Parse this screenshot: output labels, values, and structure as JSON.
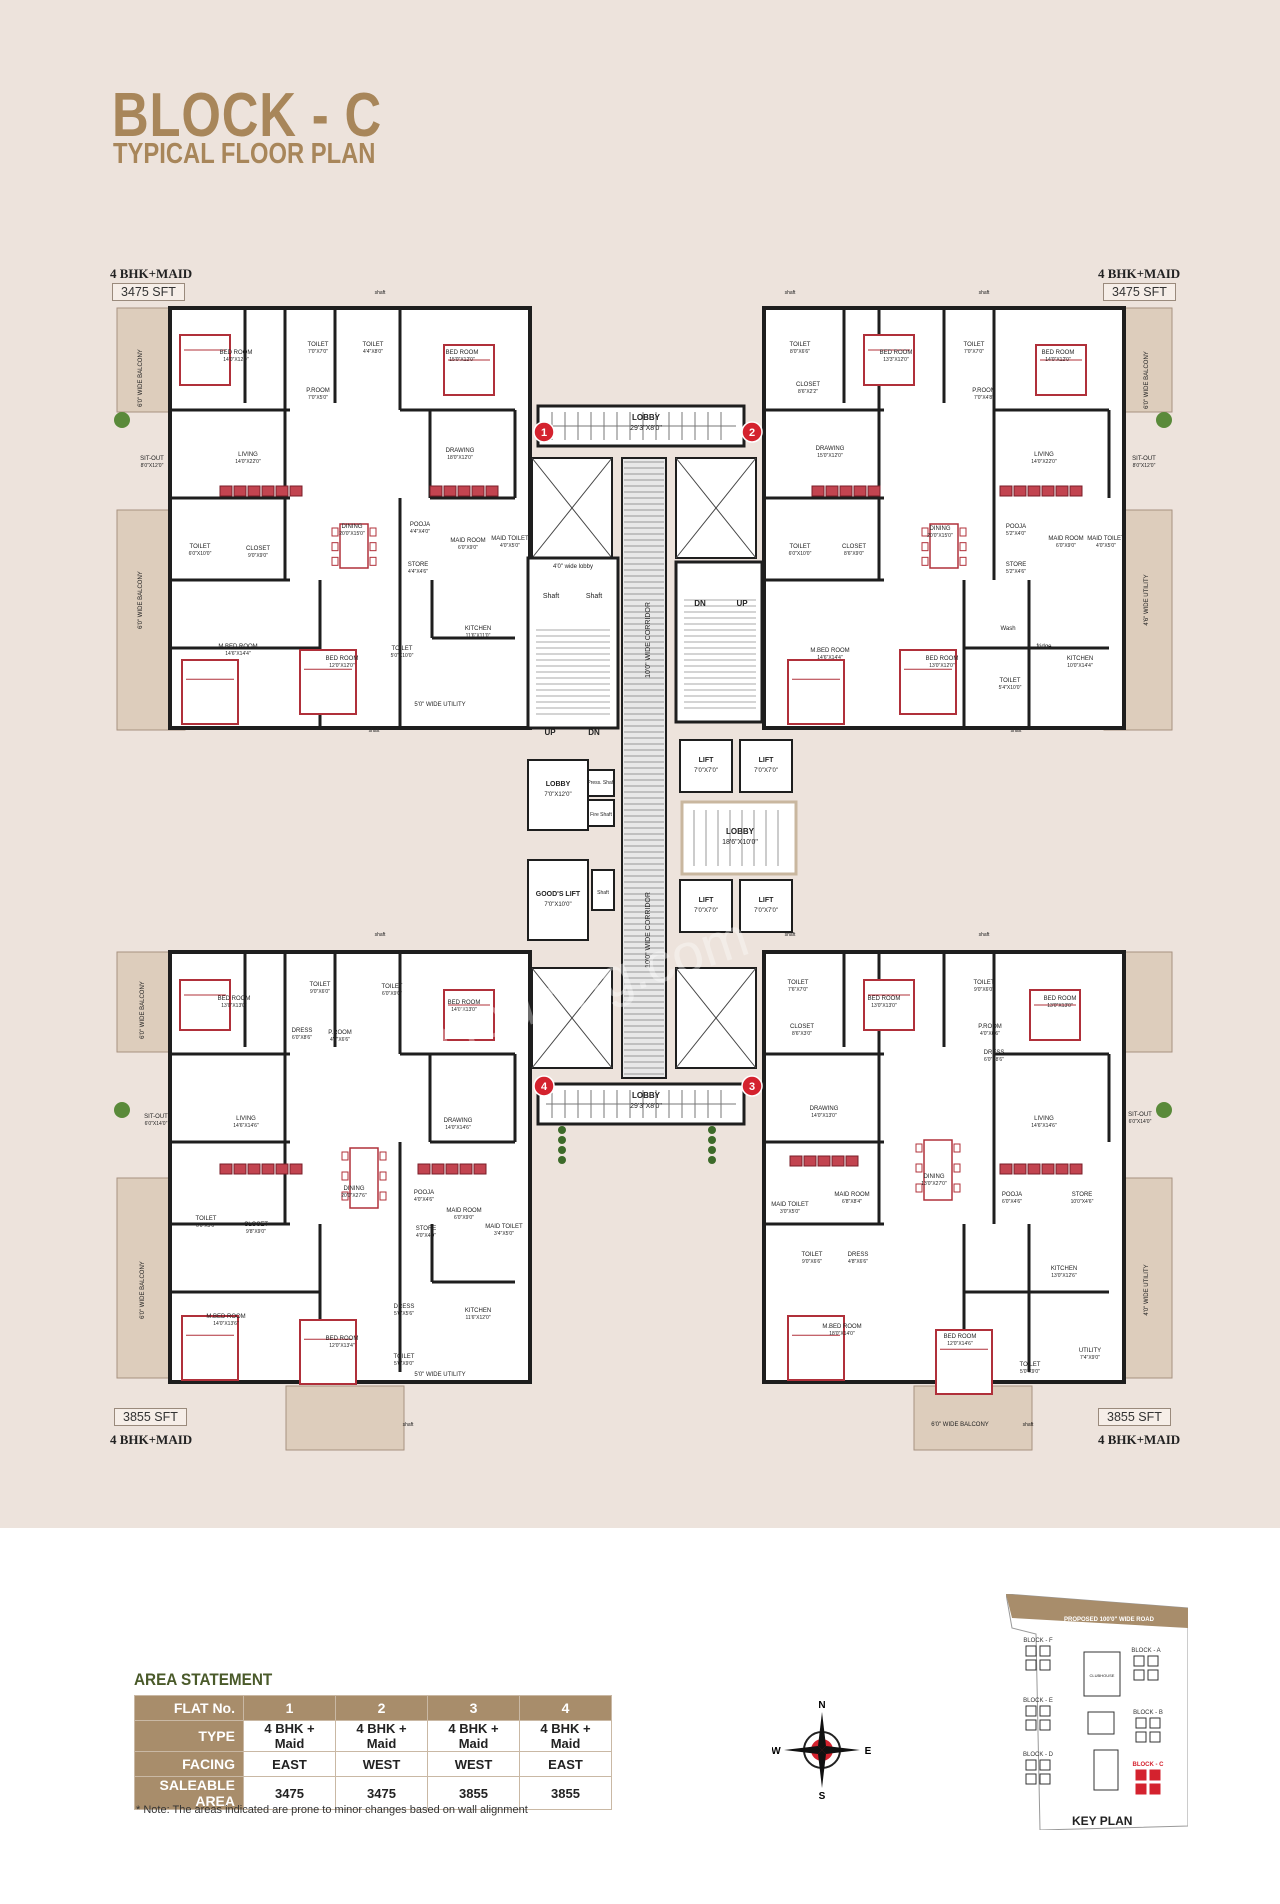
{
  "header": {
    "title": "BLOCK - C",
    "subtitle": "TYPICAL FLOOR PLAN"
  },
  "units": {
    "top_left": {
      "type": "4 BHK+MAID",
      "area": "3475 SFT"
    },
    "top_right": {
      "type": "4 BHK+MAID",
      "area": "3475 SFT"
    },
    "bottom_left": {
      "type": "4 BHK+MAID",
      "area": "3855 SFT"
    },
    "bottom_right": {
      "type": "4 BHK+MAID",
      "area": "3855 SFT"
    }
  },
  "flat_markers": [
    "1",
    "2",
    "3",
    "4"
  ],
  "core": {
    "lobby_top": {
      "name": "LOBBY",
      "size": "29'3\"X8'0\""
    },
    "lobby_bottom": {
      "name": "LOBBY",
      "size": "29'3\"X8'0\""
    },
    "corridor_top": "10'0\" WIDE CORRIDOR",
    "corridor_bottom": "10'0\" WIDE CORRIDOR",
    "lift_lobby": "4'0\" wide lobby",
    "shaft": "Shaft",
    "up": "UP",
    "dn": "DN",
    "small_lobby": {
      "name": "LOBBY",
      "size": "7'0\"X12'0\""
    },
    "press_shaft": "Press. Shaft",
    "fire_shaft": "Fire Shaft",
    "goods_lift": {
      "name": "GOOD'S LIFT",
      "size": "7'0\"X10'0\""
    },
    "lifts": [
      {
        "name": "LIFT",
        "size": "7'0\"X7'0\""
      },
      {
        "name": "LIFT",
        "size": "7'0\"X7'0\""
      },
      {
        "name": "LIFT",
        "size": "7'0\"X7'0\""
      },
      {
        "name": "LIFT",
        "size": "7'0\"X7'0\""
      }
    ],
    "lift_lobby_big": {
      "name": "LOBBY",
      "size": "18'6\"X10'0\""
    }
  },
  "rooms_tl": [
    {
      "name": "BED ROOM",
      "size": "14'0\"X12'0\""
    },
    {
      "name": "TOILET",
      "size": "7'0\"X7'0\""
    },
    {
      "name": "TOILET",
      "size": "4'4\"X8'0\""
    },
    {
      "name": "BED ROOM",
      "size": "15'0\"X12'0\""
    },
    {
      "name": "P.ROOM",
      "size": "7'0\"X5'0\""
    },
    {
      "name": "SIT-OUT",
      "size": "8'0\"X12'0\""
    },
    {
      "name": "LIVING",
      "size": "14'0\"X22'0\""
    },
    {
      "name": "DRAWING",
      "size": "18'0\"X12'0\""
    },
    {
      "name": "DINING",
      "size": "20'0\"X15'0\""
    },
    {
      "name": "POOJA",
      "size": "4'4\"X4'0\""
    },
    {
      "name": "TOILET",
      "size": "6'0\"X10'0\""
    },
    {
      "name": "CLOSET",
      "size": "9'0\"X9'0\""
    },
    {
      "name": "MAID ROOM",
      "size": "6'0\"X9'0\""
    },
    {
      "name": "MAID TOILET",
      "size": "4'0\"X5'0\""
    },
    {
      "name": "STORE",
      "size": "4'4\"X4'6\""
    },
    {
      "name": "M.BED ROOM",
      "size": "14'6\"X14'4\""
    },
    {
      "name": "BED ROOM",
      "size": "12'0\"X12'0\""
    },
    {
      "name": "TOILET",
      "size": "5'0\"X10'0\""
    },
    {
      "name": "KITCHEN",
      "size": "11'6\"X11'0\""
    },
    {
      "name": "5'0\" WIDE UTILITY",
      "size": ""
    },
    {
      "name": "6'0\" WIDE BALCONY",
      "size": ""
    },
    {
      "name": "6'0\" WIDE BALCONY",
      "size": ""
    }
  ],
  "rooms_tr": [
    {
      "name": "TOILET",
      "size": "8'0\"X6'6\""
    },
    {
      "name": "BED ROOM",
      "size": "13'3\"X12'0\""
    },
    {
      "name": "TOILET",
      "size": "7'0\"X7'0\""
    },
    {
      "name": "BED ROOM",
      "size": "14'0\"X12'0\""
    },
    {
      "name": "CLOSET",
      "size": "8'6\"X2'2\""
    },
    {
      "name": "P.ROOM",
      "size": "7'0\"X4'8\""
    },
    {
      "name": "DRAWING",
      "size": "15'0\"X12'0\""
    },
    {
      "name": "LIVING",
      "size": "14'0\"X22'0\""
    },
    {
      "name": "SIT-OUT",
      "size": "8'0\"X12'0\""
    },
    {
      "name": "DINING",
      "size": "20'0\"X15'0\""
    },
    {
      "name": "POOJA",
      "size": "5'2\"X4'0\""
    },
    {
      "name": "TOILET",
      "size": "6'0\"X10'0\""
    },
    {
      "name": "CLOSET",
      "size": "8'6\"X9'0\""
    },
    {
      "name": "MAID ROOM",
      "size": "6'0\"X9'0\""
    },
    {
      "name": "MAID TOILET",
      "size": "4'0\"X5'0\""
    },
    {
      "name": "STORE",
      "size": "5'2\"X4'6\""
    },
    {
      "name": "M.BED ROOM",
      "size": "14'6\"X14'4\""
    },
    {
      "name": "BED ROOM",
      "size": "13'0\"X12'0\""
    },
    {
      "name": "TOILET",
      "size": "5'4\"X10'0\""
    },
    {
      "name": "KITCHEN",
      "size": "10'0\"X14'4\""
    },
    {
      "name": "Wash",
      "size": ""
    },
    {
      "name": "fridge",
      "size": ""
    },
    {
      "name": "6'0\" WIDE BALCONY",
      "size": ""
    },
    {
      "name": "4'6\" WIDE UTILITY",
      "size": ""
    }
  ],
  "rooms_bl": [
    {
      "name": "BED ROOM",
      "size": "13'0\"X13'0\""
    },
    {
      "name": "TOILET",
      "size": "9'0\"X6'0\""
    },
    {
      "name": "TOILET",
      "size": "6'0\"X9'0\""
    },
    {
      "name": "BED ROOM",
      "size": "14'0\"X13'0\""
    },
    {
      "name": "DRESS",
      "size": "6'0\"X8'6\""
    },
    {
      "name": "P.ROOM",
      "size": "4'0\"X6'6\""
    },
    {
      "name": "SIT-OUT",
      "size": "6'0\"X14'0\""
    },
    {
      "name": "LIVING",
      "size": "14'6\"X14'6\""
    },
    {
      "name": "DRAWING",
      "size": "14'0\"X14'6\""
    },
    {
      "name": "DINING",
      "size": "20'0\"X27'6\""
    },
    {
      "name": "POOJA",
      "size": "4'0\"X4'6\""
    },
    {
      "name": "TOILET",
      "size": "6'0\"X9'0\""
    },
    {
      "name": "CLOSET",
      "size": "9'8\"X9'0\""
    },
    {
      "name": "MAID ROOM",
      "size": "6'0\"X9'0\""
    },
    {
      "name": "STORE",
      "size": "4'0\"X4'0\""
    },
    {
      "name": "MAID TOILET",
      "size": "3'4\"X5'0\""
    },
    {
      "name": "M.BED ROOM",
      "size": "14'0\"X13'6\""
    },
    {
      "name": "BED ROOM",
      "size": "12'0\"X13'4\""
    },
    {
      "name": "DRESS",
      "size": "5'0\"X5'6\""
    },
    {
      "name": "TOILET",
      "size": "5'0\"X9'0\""
    },
    {
      "name": "KITCHEN",
      "size": "11'6\"X12'0\""
    },
    {
      "name": "5'0\" WIDE UTILITY",
      "size": ""
    },
    {
      "name": "6'0\" WIDE BALCONY",
      "size": ""
    },
    {
      "name": "6'0\" WIDE BALCONY",
      "size": ""
    }
  ],
  "rooms_br": [
    {
      "name": "TOILET",
      "size": "7'6\"X7'0\""
    },
    {
      "name": "BED ROOM",
      "size": "13'0\"X13'0\""
    },
    {
      "name": "TOILET",
      "size": "9'0\"X6'0\""
    },
    {
      "name": "BED ROOM",
      "size": "13'0\"X13'0\""
    },
    {
      "name": "CLOSET",
      "size": "8'6\"X3'0\""
    },
    {
      "name": "P.ROOM",
      "size": "4'0\"X6'6\""
    },
    {
      "name": "DRESS",
      "size": "6'0\"X8'6\""
    },
    {
      "name": "DRAWING",
      "size": "14'0\"X13'0\""
    },
    {
      "name": "LIVING",
      "size": "14'6\"X14'6\""
    },
    {
      "name": "SIT-OUT",
      "size": "6'0\"X14'0\""
    },
    {
      "name": "DINING",
      "size": "13'0\"X27'0\""
    },
    {
      "name": "MAID TOILET",
      "size": "3'0\"X5'0\""
    },
    {
      "name": "MAID ROOM",
      "size": "6'8\"X8'4\""
    },
    {
      "name": "POOJA",
      "size": "6'0\"X4'6\""
    },
    {
      "name": "STORE",
      "size": "10'0\"X4'6\""
    },
    {
      "name": "TOILET",
      "size": "9'0\"X6'6\""
    },
    {
      "name": "DRESS",
      "size": "4'8\"X6'6\""
    },
    {
      "name": "KITCHEN",
      "size": "13'0\"X12'6\""
    },
    {
      "name": "M.BED ROOM",
      "size": "18'0\"X14'0\""
    },
    {
      "name": "BED ROOM",
      "size": "12'0\"X14'6\""
    },
    {
      "name": "TOILET",
      "size": "5'0\"X9'0\""
    },
    {
      "name": "UTILITY",
      "size": "7'4\"X9'0\""
    },
    {
      "name": "6'0\" WIDE BALCONY",
      "size": ""
    },
    {
      "name": "4'0\" WIDE UTILITY",
      "size": ""
    }
  ],
  "shaft_label": "shaft",
  "area_statement": {
    "title": "AREA STATEMENT",
    "rows": [
      {
        "label": "FLAT No.",
        "values": [
          "1",
          "2",
          "3",
          "4"
        ]
      },
      {
        "label": "TYPE",
        "values": [
          "4 BHK + Maid",
          "4 BHK + Maid",
          "4 BHK + Maid",
          "4 BHK + Maid"
        ]
      },
      {
        "label": "FACING",
        "values": [
          "EAST",
          "WEST",
          "WEST",
          "EAST"
        ]
      },
      {
        "label": "SALEABLE AREA",
        "values": [
          "3475",
          "3475",
          "3855",
          "3855"
        ]
      }
    ],
    "note": "* Note: The areas indicated are prone to minor changes based on wall alignment"
  },
  "compass": {
    "n": "N",
    "s": "S",
    "e": "E",
    "w": "W"
  },
  "key_plan": {
    "label": "KEY PLAN",
    "road": "PROPOSED 100'0\" WIDE ROAD",
    "blocks": [
      "BLOCK - F",
      "BLOCK - A",
      "BLOCK - E",
      "BLOCK - B",
      "BLOCK - D",
      "BLOCK - C"
    ],
    "clubhouse": "CLUBHOUSE"
  },
  "watermark": "Housing.com",
  "colors": {
    "background": "#ede3dc",
    "title": "#a8865a",
    "table_header": "#a88d6b",
    "wall": "#1e1e1e",
    "furniture": "#b0303a",
    "marker": "#d4222e",
    "balcony": "#cdb9a4",
    "highlight_block": "#d4222e"
  }
}
